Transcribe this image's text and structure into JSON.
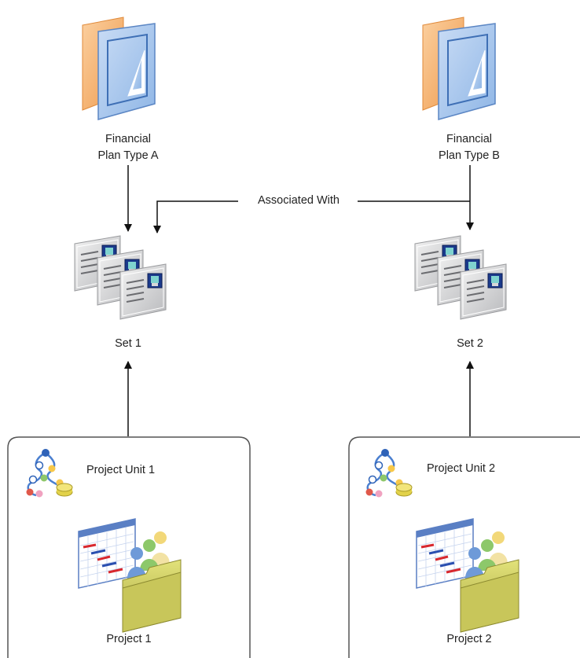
{
  "plan_types": [
    {
      "label_line1": "Financial",
      "label_line2": "Plan Type A"
    },
    {
      "label_line1": "Financial",
      "label_line2": "Plan Type B"
    }
  ],
  "association": {
    "label": "Associated With"
  },
  "sets": [
    {
      "label": "Set 1"
    },
    {
      "label": "Set 2"
    }
  ],
  "project_units": [
    {
      "label": "Project Unit 1",
      "project_label": "Project 1"
    },
    {
      "label": "Project Unit 2",
      "project_label": "Project 2"
    }
  ],
  "colors": {
    "line": "#111111",
    "card_front": "#a9c8ee",
    "card_back": "#f5b06a",
    "folder": "#c3c15a",
    "doc_gray": "#c9cacc",
    "box_border": "#555555"
  }
}
